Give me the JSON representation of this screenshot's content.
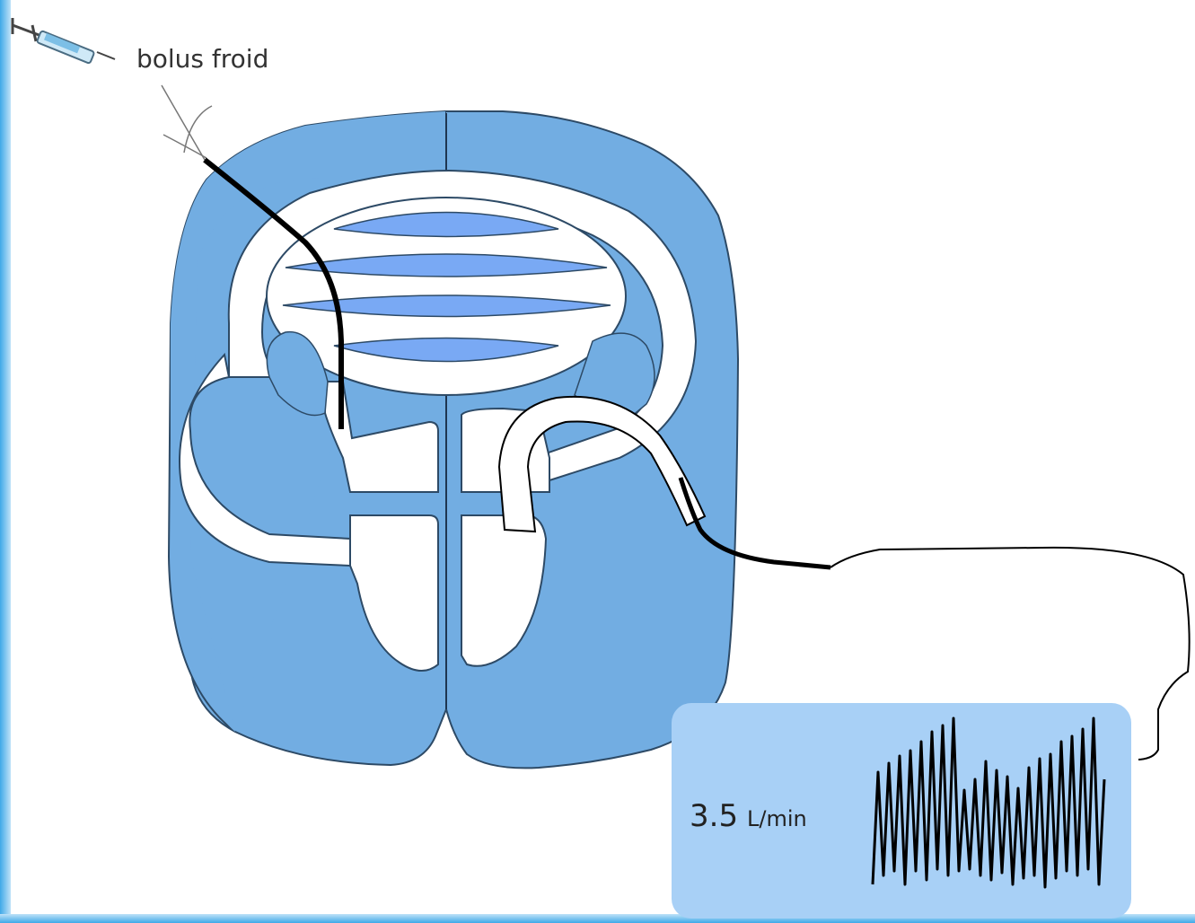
{
  "labels": {
    "injection": "bolus froid",
    "readout_value": "3.5",
    "readout_unit": "L/min"
  },
  "colors": {
    "tissue": "#72ade2",
    "chamber_stripes": "#79a9f4",
    "readout_box": "#a8d0f6",
    "frame_accent": "#3fa9e8",
    "catheter": "#000000"
  },
  "icons": [
    "syringe-icon"
  ]
}
